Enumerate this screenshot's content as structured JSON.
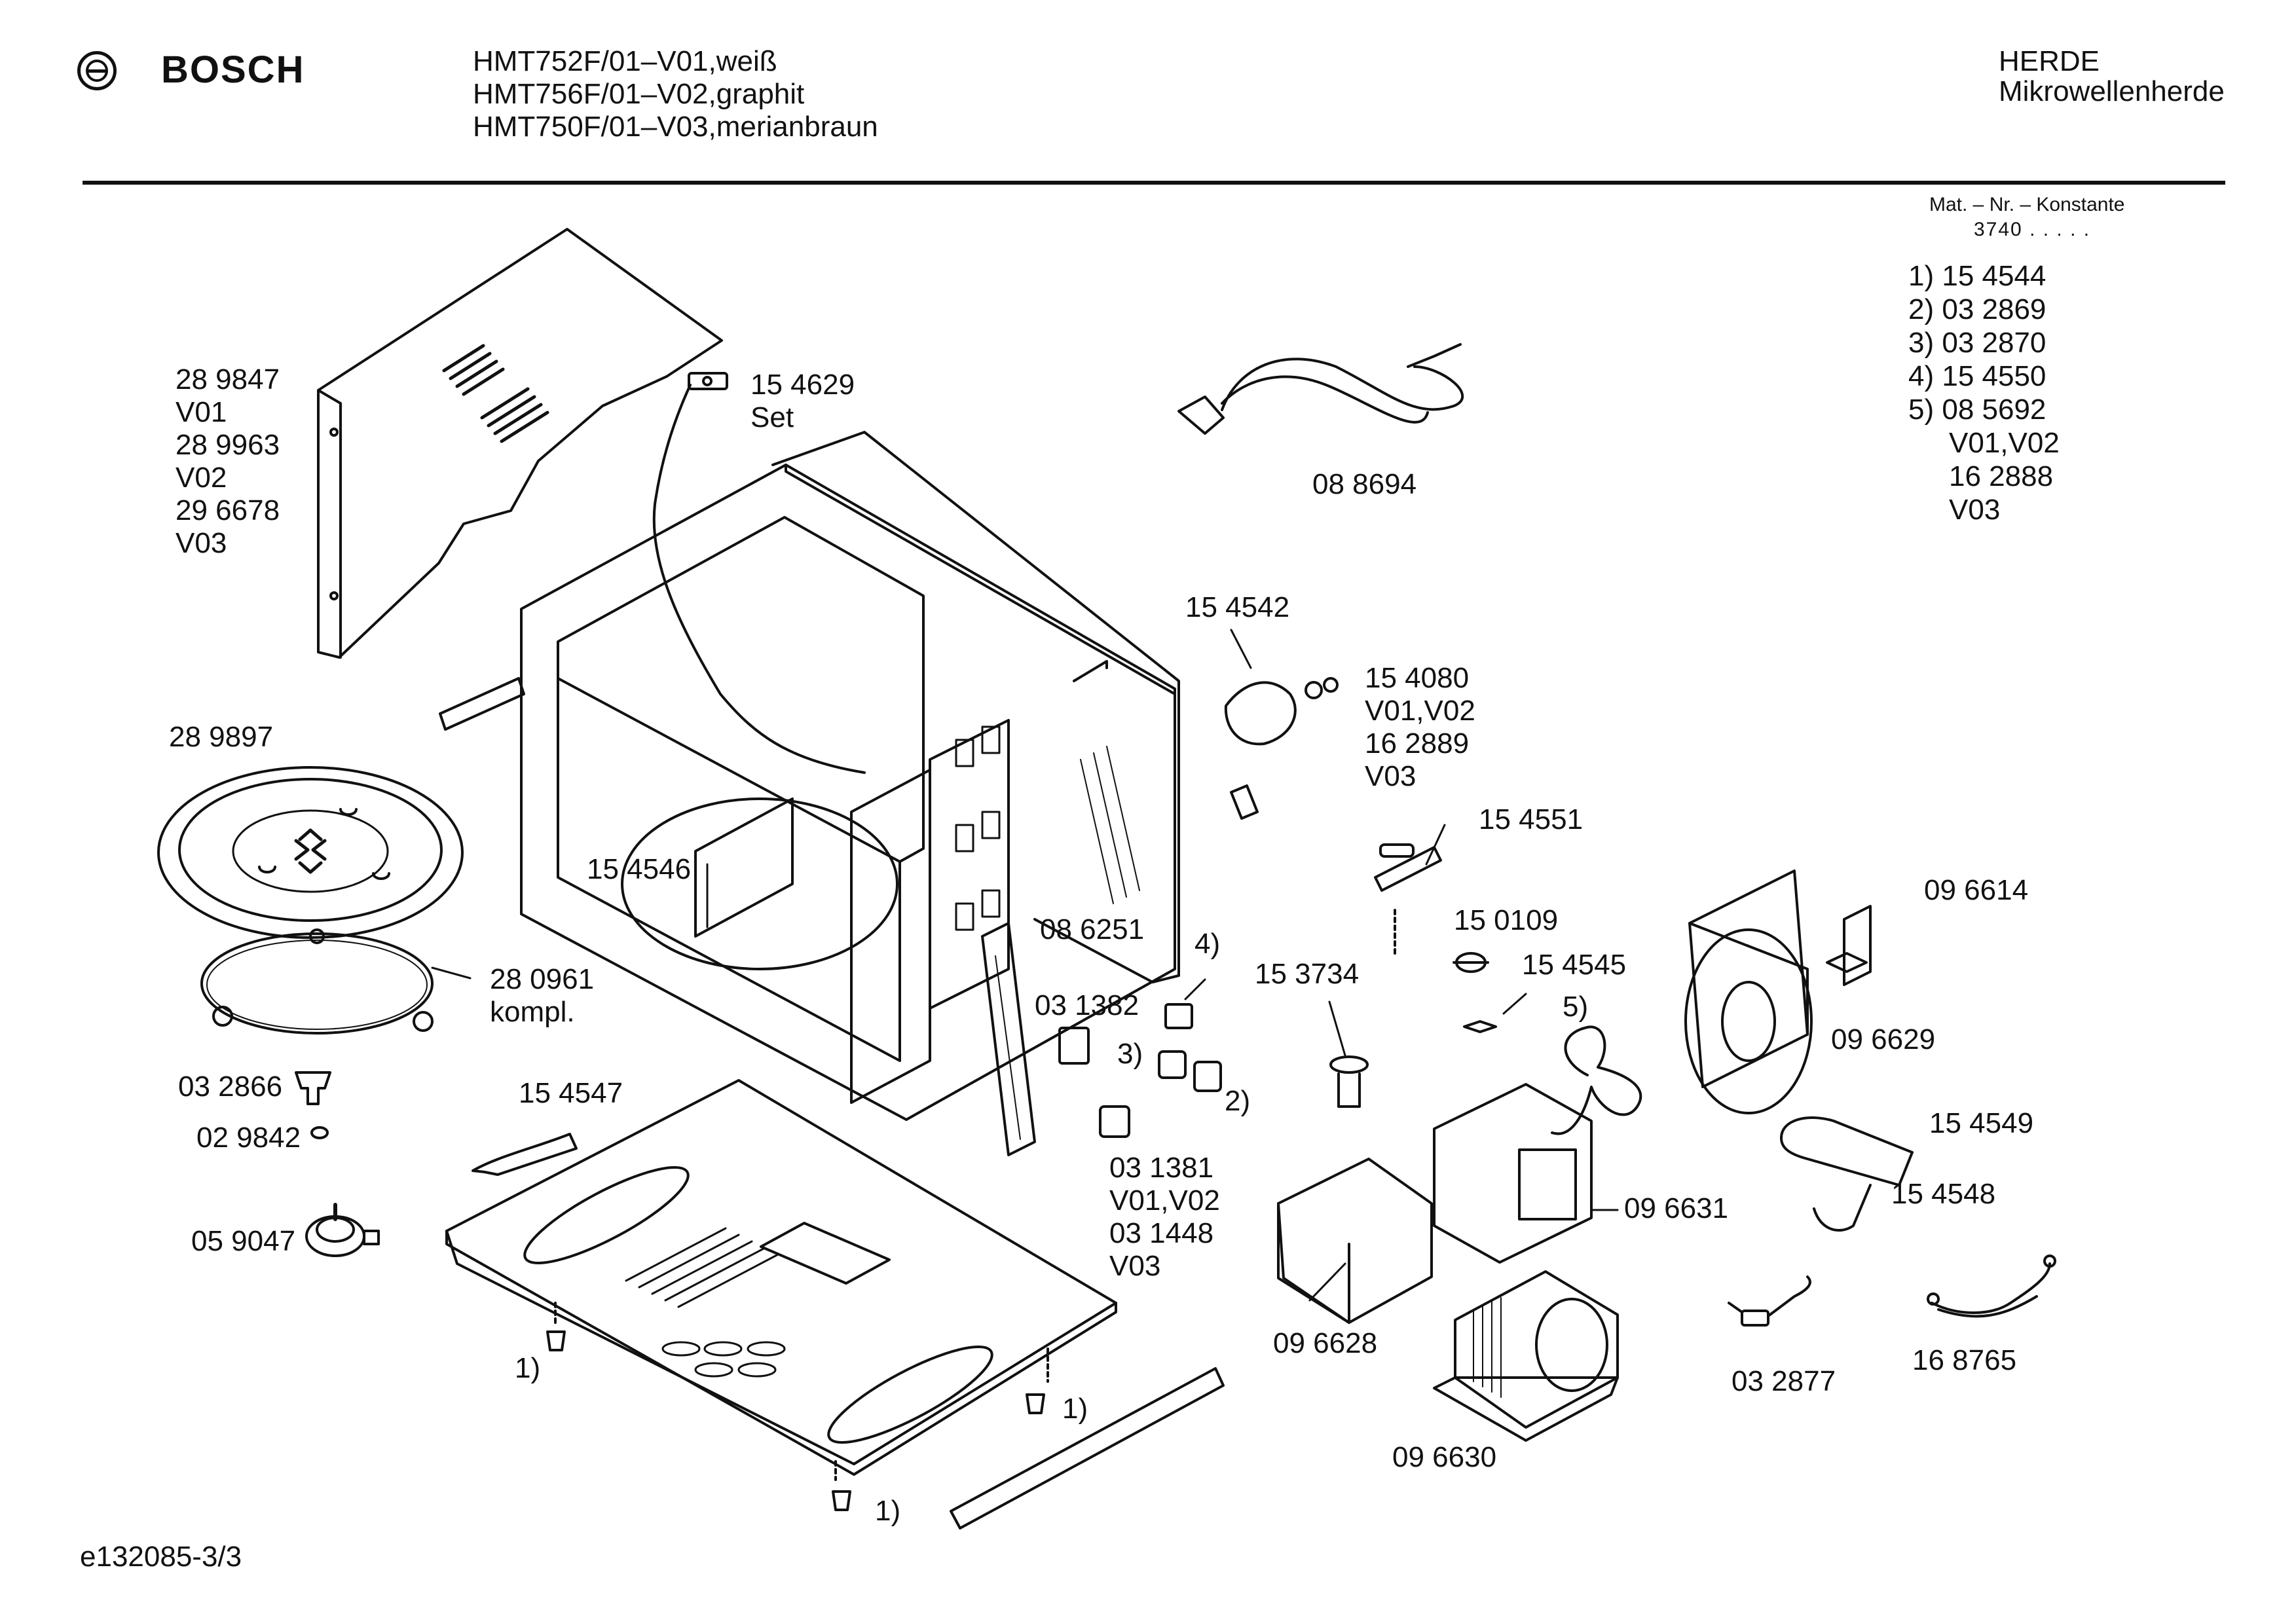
{
  "header": {
    "brand": "BOSCH",
    "models": [
      "HMT752F/01–V01,weiß",
      "HMT756F/01–V02,graphit",
      "HMT750F/01–V03,merianbraun"
    ],
    "category": "HERDE",
    "subcategory": "Mikrowellenherde"
  },
  "mat_nr": {
    "title": "Mat. – Nr. – Konstante",
    "prefix": "3740  .  .  .  .  .",
    "items": [
      "1) 15 4544",
      "2) 03 2869",
      "3) 03 2870",
      "4) 15 4550",
      "5) 08 5692",
      "V01,V02",
      "16 2888",
      "V03"
    ]
  },
  "labels": {
    "housing_cover": [
      "28 9847",
      "V01",
      "28 9963",
      "V02",
      "29 6678",
      "V03"
    ],
    "sensor_set": [
      "15 4629",
      "Set"
    ],
    "power_cord": "08 8694",
    "turntable_plate": "28 9897",
    "roller_ring": [
      "28 0961",
      "kompl."
    ],
    "coupler": "03 2866",
    "washer": "02 9842",
    "motor": "05 9047",
    "switch_holder": "15 4546",
    "motor_small": "15 4542",
    "lamp_variant": [
      "15 4080",
      "V01,V02",
      "16 2889",
      "V03"
    ],
    "lamp_holder": "15 4551",
    "door_switch_bar": "08 6251",
    "note_4": "4)",
    "switch_03_1382": "03 1382",
    "note_3": "3)",
    "note_2": "2)",
    "switch_variant": [
      "03 1381",
      "V01,V02",
      "03 1448",
      "V03"
    ],
    "bracket_left": "15 4547",
    "thermostat": "15 0109",
    "thermal_fuse": "15 3734",
    "fuse_plate": "15 4545",
    "note_5": "5)",
    "fan_guard": "09 6614",
    "fan_housing": "09 6629",
    "capacitor": "15 4549",
    "cap_clamp": "15 4548",
    "magnetron": "09 6631",
    "waveguide": "09 6628",
    "transformer": "09 6630",
    "diode": "03 2877",
    "cable_set": "16 8765",
    "foot_note_a": "1)",
    "foot_note_b": "1)",
    "foot_note_c": "1)"
  },
  "footer": {
    "drawing_id": "e132085-3/3"
  }
}
